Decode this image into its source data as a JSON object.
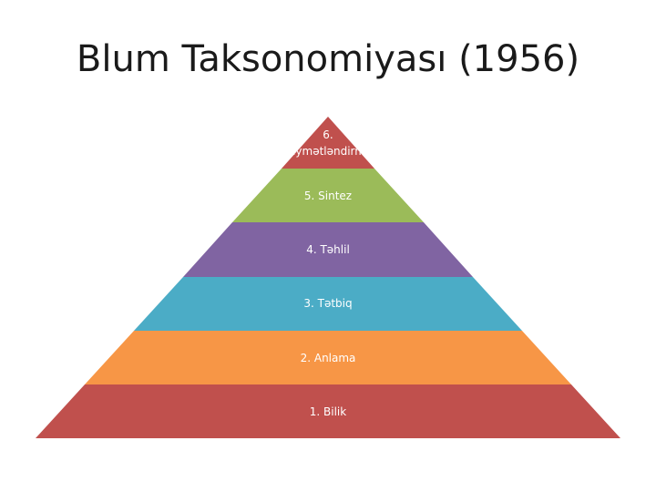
{
  "slide": {
    "title": "Blum Taksonomiyası (1956)"
  },
  "pyramid": {
    "levels": [
      {
        "label_line1": "6.",
        "label_line2": "Qiymətləndirmə",
        "color": "#c0504d"
      },
      {
        "label": "5. Sintez",
        "color": "#9bbb59"
      },
      {
        "label": "4. Təhlil",
        "color": "#8064a2"
      },
      {
        "label": "3. Tətbiq",
        "color": "#4bacc6"
      },
      {
        "label": "2. Anlama",
        "color": "#f79646"
      },
      {
        "label": "1. Bilik",
        "color": "#c0504d"
      }
    ]
  }
}
